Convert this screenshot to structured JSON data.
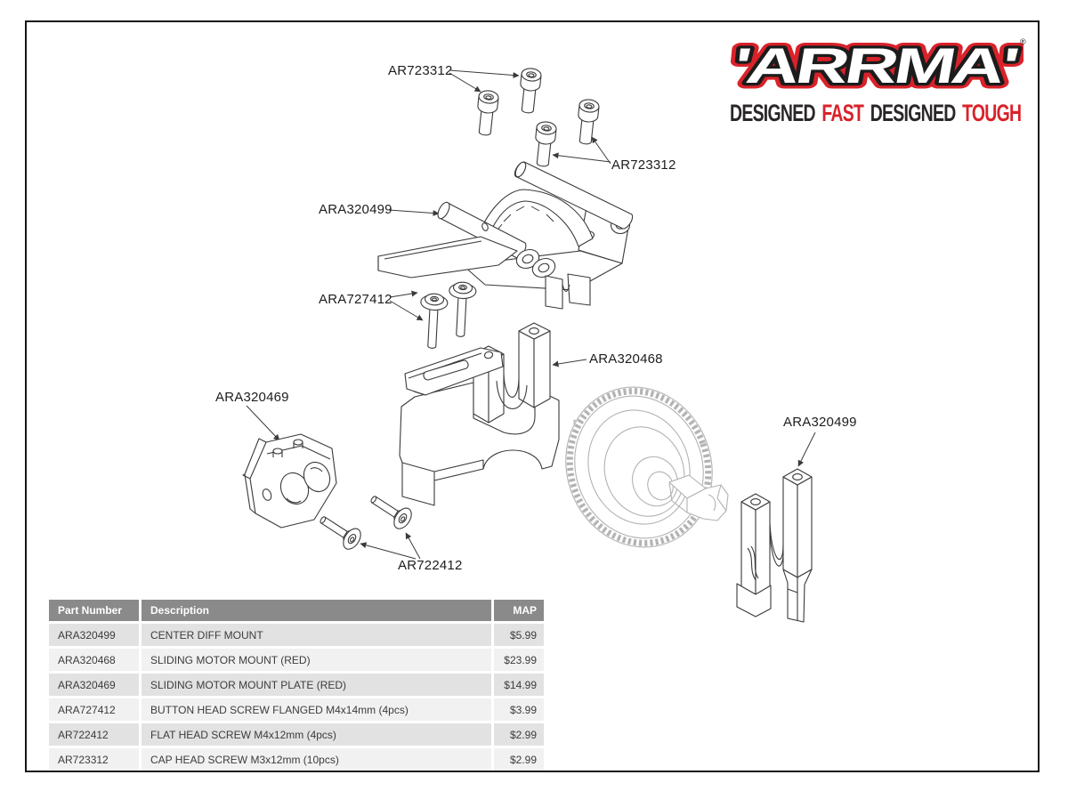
{
  "brand": {
    "wordmark": "'ARRMA'",
    "registered": "®",
    "tagline": [
      {
        "text": "DESIGNED",
        "color": "#2b2728"
      },
      {
        "text": "FAST",
        "color": "#d9222a"
      },
      {
        "text": "DESIGNED",
        "color": "#2b2728"
      },
      {
        "text": "TOUGH",
        "color": "#d9222a"
      }
    ],
    "accent_red": "#d9222a",
    "outline_black": "#1c1c1c"
  },
  "diagram": {
    "labels": [
      {
        "id": "ar723312-top",
        "text": "AR723312"
      },
      {
        "id": "ar723312-right",
        "text": "AR723312"
      },
      {
        "id": "ara320499-left",
        "text": "ARA320499"
      },
      {
        "id": "ara727412",
        "text": "ARA727412"
      },
      {
        "id": "ara320468",
        "text": "ARA320468"
      },
      {
        "id": "ara320469",
        "text": "ARA320469"
      },
      {
        "id": "ara320499-right",
        "text": "ARA320499"
      },
      {
        "id": "ar722412",
        "text": "AR722412"
      }
    ],
    "parts": [
      "cap-head-screws",
      "center-diff-mount",
      "button-head-screws",
      "sliding-motor-mount",
      "motor-mount-plate",
      "flat-head-screws",
      "spur-gear-diff",
      "center-diff-mount-fork"
    ],
    "line_color": "#3a3a3a",
    "gear_line_color": "#b3b3b3"
  },
  "parts_table": {
    "headers": [
      "Part Number",
      "Description",
      "MAP"
    ],
    "header_bg": "#8a8a8a",
    "row_bg_odd": "#e2e2e2",
    "row_bg_even": "#f1f1f1",
    "rows": [
      {
        "part_number": "ARA320499",
        "description": "CENTER DIFF MOUNT",
        "map": "$5.99"
      },
      {
        "part_number": "ARA320468",
        "description": "SLIDING MOTOR MOUNT (RED)",
        "map": "$23.99"
      },
      {
        "part_number": "ARA320469",
        "description": "SLIDING MOTOR MOUNT PLATE (RED)",
        "map": "$14.99"
      },
      {
        "part_number": "ARA727412",
        "description": "BUTTON HEAD SCREW FLANGED M4x14mm (4pcs)",
        "map": "$3.99"
      },
      {
        "part_number": "AR722412",
        "description": "FLAT HEAD SCREW M4x12mm (4pcs)",
        "map": "$2.99"
      },
      {
        "part_number": "AR723312",
        "description": "CAP HEAD SCREW M3x12mm (10pcs)",
        "map": "$2.99"
      }
    ]
  }
}
